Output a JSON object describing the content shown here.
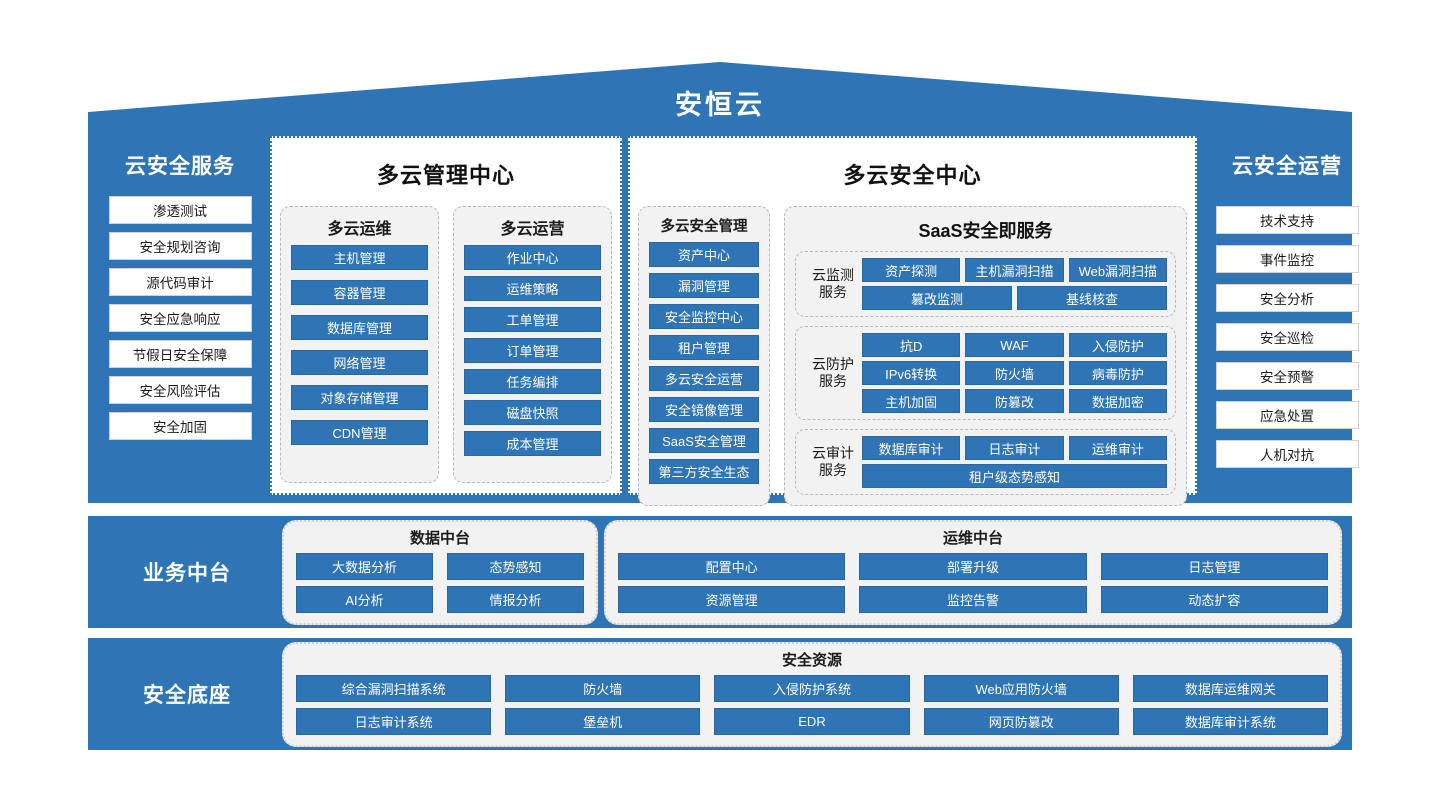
{
  "roof": {
    "title": "安恒云"
  },
  "left_sidebar": {
    "title": "云安全服务",
    "items": [
      {
        "label": "渗透测试"
      },
      {
        "label": "安全规划咨询"
      },
      {
        "label": "源代码审计"
      },
      {
        "label": "安全应急响应"
      },
      {
        "label": "节假日安全保障"
      },
      {
        "label": "安全风险评估"
      },
      {
        "label": "安全加固"
      }
    ]
  },
  "right_sidebar": {
    "title": "云安全运营",
    "items": [
      {
        "label": "技术支持"
      },
      {
        "label": "事件监控"
      },
      {
        "label": "安全分析"
      },
      {
        "label": "安全巡检"
      },
      {
        "label": "安全预警"
      },
      {
        "label": "应急处置"
      },
      {
        "label": "人机对抗"
      }
    ]
  },
  "mgmt_center": {
    "title": "多云管理中心",
    "columns": [
      {
        "title": "多云运维",
        "items": [
          "主机管理",
          "容器管理",
          "数据库管理",
          "网络管理",
          "对象存储管理",
          "CDN管理"
        ]
      },
      {
        "title": "多云运营",
        "items": [
          "作业中心",
          "运维策略",
          "工单管理",
          "订单管理",
          "任务编排",
          "磁盘快照",
          "成本管理"
        ]
      }
    ]
  },
  "security_center": {
    "title": "多云安全中心",
    "sec_mgmt": {
      "title": "多云安全管理",
      "items": [
        "资产中心",
        "漏洞管理",
        "安全监控中心",
        "租户管理",
        "多云安全运营",
        "安全镜像管理",
        "SaaS安全管理",
        "第三方安全生态"
      ]
    },
    "saas": {
      "title": "SaaS安全即服务",
      "groups": [
        {
          "label": "云监测\n服务",
          "rows": [
            [
              "资产探测",
              "主机漏洞扫描",
              "Web漏洞扫描"
            ],
            [
              "篡改监测",
              "基线核查"
            ]
          ],
          "centered_rows": [
            1
          ]
        },
        {
          "label": "云防护\n服务",
          "rows": [
            [
              "抗D",
              "WAF",
              "入侵防护"
            ],
            [
              "IPv6转换",
              "防火墙",
              "病毒防护"
            ],
            [
              "主机加固",
              "防篡改",
              "数据加密"
            ]
          ],
          "centered_rows": []
        },
        {
          "label": "云审计\n服务",
          "rows": [
            [
              "数据库审计",
              "日志审计",
              "运维审计"
            ],
            [
              "租户级态势感知"
            ]
          ],
          "centered_rows": []
        }
      ]
    }
  },
  "business_platform": {
    "label": "业务中台",
    "cards": [
      {
        "title": "数据中台",
        "items": [
          "大数据分析",
          "态势感知",
          "AI分析",
          "情报分析"
        ]
      },
      {
        "title": "运维中台",
        "items": [
          "配置中心",
          "部署升级",
          "日志管理",
          "资源管理",
          "监控告警",
          "动态扩容"
        ]
      }
    ]
  },
  "security_base": {
    "label": "安全底座",
    "card": {
      "title": "安全资源",
      "items": [
        "综合漏洞扫描系统",
        "防火墙",
        "入侵防护系统",
        "Web应用防火墙",
        "数据库运维网关",
        "日志审计系统",
        "堡垒机",
        "EDR",
        "网页防篡改",
        "数据库审计系统"
      ]
    }
  },
  "colors": {
    "brand_blue": "#2f74b5",
    "panel_gray": "#f2f2f2",
    "white": "#ffffff"
  }
}
